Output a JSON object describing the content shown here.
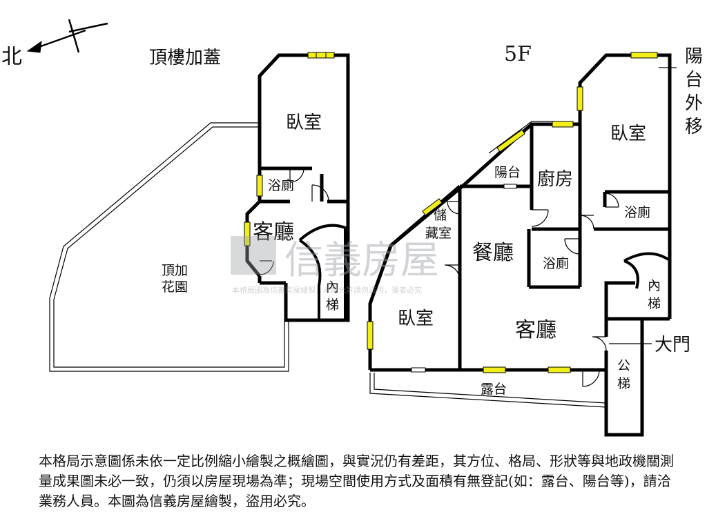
{
  "compass": {
    "label": "北"
  },
  "rooftop": {
    "title": "頂樓加蓋",
    "rooms": {
      "bedroom": "臥室",
      "bathroom": "浴廁",
      "living": "客廳",
      "garden": "頂加\n花園",
      "inner_stairs": "內\n梯"
    }
  },
  "floor5": {
    "title": "5F",
    "rooms": {
      "bedroom_right": "臥室",
      "balcony_note": "陽\n台\n外\n移",
      "balcony": "陽台",
      "kitchen": "廚房",
      "bathroom_top": "浴廁",
      "storage": "儲\n藏室",
      "dining": "餐廳",
      "bathroom_mid": "浴廁",
      "inner_stairs": "內\n梯",
      "bedroom_left": "臥室",
      "living": "客廳",
      "main_door": "大門",
      "public_stairs": "公\n梯",
      "terrace": "露台"
    }
  },
  "watermark": {
    "brand": "信義房屋",
    "notice": "本格局圖為信義房屋繪製，未經允許請勿盜用，違者必究"
  },
  "disclaimer": "本格局示意圖係未依一定比例縮小繪製之概繪圖，與實況仍有差距，其方位、格局、形狀等與地政機關測量成果圖未必一致，仍須以房屋現場為準；現場空間使用方式及面積有無登記(如：露台、陽台等)，請洽業務人員。本圖為信義房屋繪製，盜用必究。",
  "colors": {
    "wall": "#000000",
    "window": "#f2ee1a",
    "watermark": "#9aa0a6"
  }
}
